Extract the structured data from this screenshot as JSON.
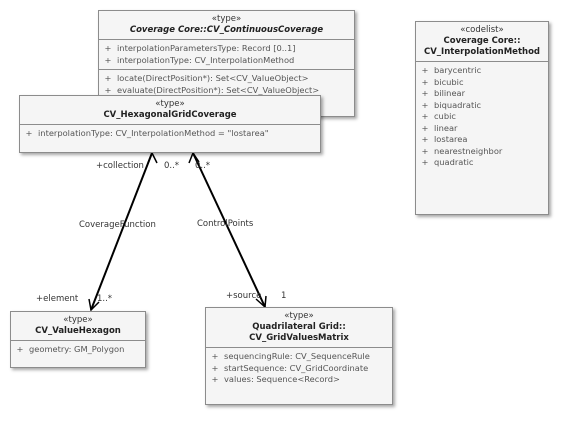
{
  "classes": {
    "continuous": {
      "stereotype": "«type»",
      "name": "Coverage Core::CV_ContinuousCoverage",
      "attributes": [
        {
          "vis": "+",
          "text": "interpolationParametersType: Record [0..1]"
        },
        {
          "vis": "+",
          "text": "interpolationType: CV_InterpolationMethod"
        }
      ],
      "operations": [
        {
          "vis": "+",
          "text": "locate(DirectPosition*): Set<CV_ValueObject>"
        },
        {
          "vis": "+",
          "text": "evaluate(DirectPosition*): Set<CV_ValueObject>"
        }
      ]
    },
    "hexagonal": {
      "stereotype": "«type»",
      "name": "CV_HexagonalGridCoverage",
      "attributes": [
        {
          "vis": "+",
          "text": "interpolationType: CV_InterpolationMethod = \"lostarea\""
        }
      ]
    },
    "interp": {
      "stereotype": "«codelist»",
      "name_line1": "Coverage Core::",
      "name_line2": "CV_InterpolationMethod",
      "attributes": [
        {
          "vis": "+",
          "text": "barycentric"
        },
        {
          "vis": "+",
          "text": "bicubic"
        },
        {
          "vis": "+",
          "text": "bilinear"
        },
        {
          "vis": "+",
          "text": "biquadratic"
        },
        {
          "vis": "+",
          "text": "cubic"
        },
        {
          "vis": "+",
          "text": "linear"
        },
        {
          "vis": "+",
          "text": "lostarea"
        },
        {
          "vis": "+",
          "text": "nearestneighbor"
        },
        {
          "vis": "+",
          "text": "quadratic"
        }
      ]
    },
    "hexagon": {
      "stereotype": "«type»",
      "name": "CV_ValueHexagon",
      "attributes": [
        {
          "vis": "+",
          "text": "geometry: GM_Polygon"
        }
      ]
    },
    "matrix": {
      "stereotype": "«type»",
      "name_line1": "Quadrilateral Grid::",
      "name_line2": "CV_GridValuesMatrix",
      "attributes": [
        {
          "vis": "+",
          "text": "sequencingRule: CV_SequenceRule"
        },
        {
          "vis": "+",
          "text": "startSequence: CV_GridCoordinate"
        },
        {
          "vis": "+",
          "text": "values: Sequence<Record>"
        }
      ]
    }
  },
  "associations": {
    "coverage_function": {
      "name": "CoverageFunction",
      "source_role": "+collection",
      "source_mult": "0..*",
      "target_role": "+element",
      "target_mult": "1..*"
    },
    "control_points": {
      "name": "ControlPoints",
      "source_mult": "0..*",
      "target_role": "+source",
      "target_mult": "1"
    }
  }
}
